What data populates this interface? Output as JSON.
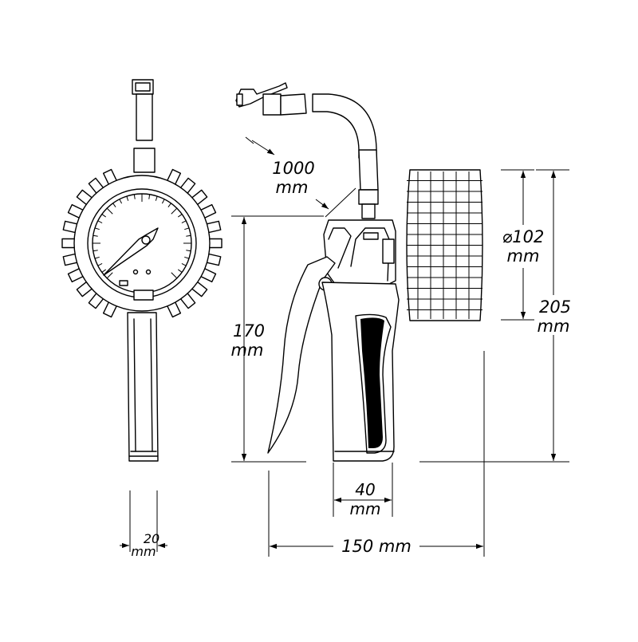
{
  "dimensions": {
    "hose_length": {
      "value": "1000",
      "unit": "mm"
    },
    "gauge_diameter": {
      "value": "⌀102",
      "unit": "mm"
    },
    "total_height": {
      "value": "205",
      "unit": "mm"
    },
    "grip_height": {
      "value": "170",
      "unit": "mm"
    },
    "grip_width": {
      "value": "40",
      "unit": "mm"
    },
    "total_depth": {
      "value": "150 mm"
    },
    "side_thickness": {
      "value": "20",
      "unit": "mm"
    }
  }
}
